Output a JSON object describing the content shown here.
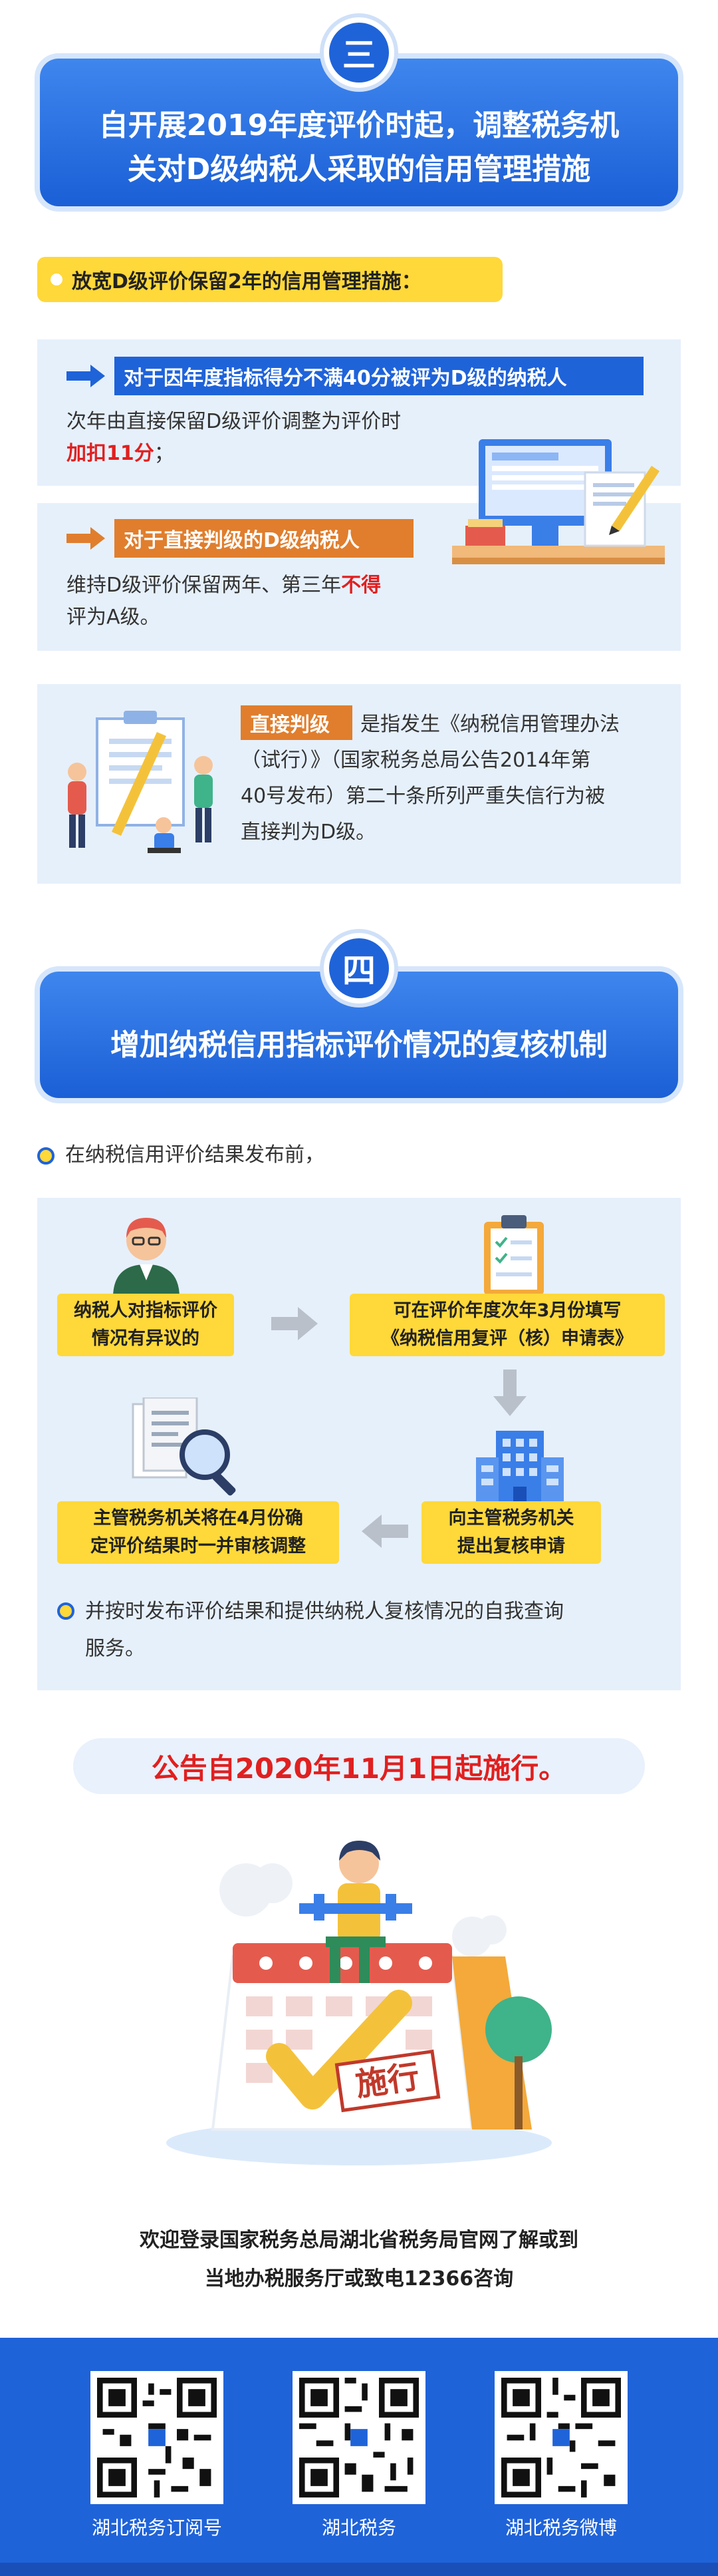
{
  "sec3": {
    "badge": "三",
    "title_line1": "自开展2019年度评价时起，调整税务机",
    "title_line2": "关对D级纳税人采取的信用管理措施"
  },
  "relax_heading": "放宽D级评价保留2年的信用管理措施：",
  "case1": {
    "tag": "对于因年度指标得分不满40分被评为D级的纳税人",
    "line1": "次年由直接保留D级评价调整为评价时",
    "highlight": "加扣11分",
    "suffix": "；"
  },
  "case2": {
    "tag": "对于直接判级的D级纳税人",
    "line1_pre": "维持D级评价保留两年、第三年",
    "highlight": "不得",
    "line2": "评为A级。"
  },
  "definition": {
    "tag": "直接判级",
    "line1": "是指发生《纳税信用管理办法",
    "line2": "（试行）》（国家税务总局公告2014年第",
    "line3": "40号发布）第二十条所列严重失信行为被",
    "line4": "直接判为D级。"
  },
  "sec4": {
    "badge": "四",
    "title": "增加纳税信用指标评价情况的复核机制"
  },
  "before_publish": "在纳税信用评价结果发布前，",
  "flow": {
    "step1_l1": "纳税人对指标评价",
    "step1_l2": "情况有异议的",
    "step2_l1": "可在评价年度次年3月份填写",
    "step2_l2": "《纳税信用复评（核）申请表》",
    "step3_l1": "向主管税务机关",
    "step3_l2": "提出复核申请",
    "step4_l1": "主管税务机关将在4月份确",
    "step4_l2": "定评价结果时一并审核调整"
  },
  "also_publish_l1": "并按时发布评价结果和提供纳税人复核情况的自我查询",
  "also_publish_l2": "服务。",
  "notice": "公告自2020年11月1日起施行。",
  "stamp": "施行",
  "welcome_l1": "欢迎登录国家税务总局湖北省税务局官网了解或到",
  "welcome_l2": "当地办税服务厅或致电12366咨询",
  "qr_codes": [
    {
      "label": "湖北税务订阅号"
    },
    {
      "label": "湖北税务"
    },
    {
      "label": "湖北税务微博"
    }
  ],
  "colors": {
    "primary_blue": "#1f63d9",
    "yellow": "#ffd83a",
    "orange": "#e07e2d",
    "red": "#e02020",
    "light_blue": "#e6f0fb"
  }
}
